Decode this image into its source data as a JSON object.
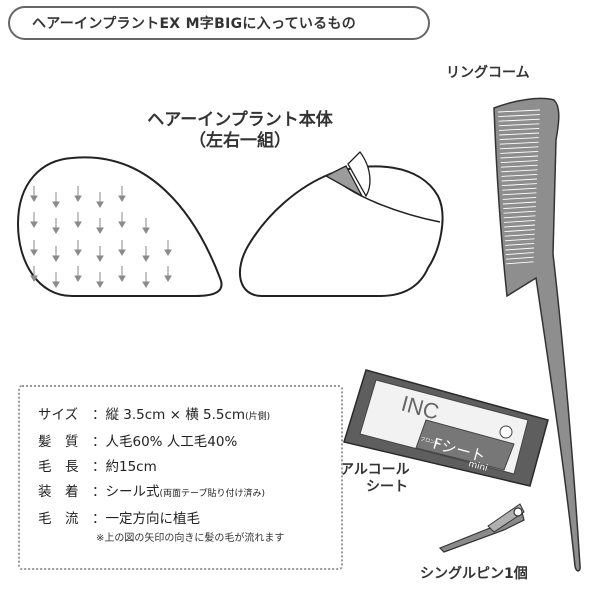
{
  "header": {
    "title": "ヘアーインプラントEX M字BIGに入っているもの"
  },
  "comb": {
    "label": "リングコーム"
  },
  "implant": {
    "title_line1": "ヘアーインプラント本体",
    "title_line2": "（左右一組）"
  },
  "alcohol_sheet": {
    "label_line1": "アルコール",
    "label_line2": "シート",
    "pack_brand": "INC",
    "pack_name": "Fシート",
    "pack_sub": "mini",
    "pack_small": "フロント"
  },
  "pin": {
    "label": "シングルピン1個"
  },
  "specs": {
    "rows": [
      {
        "key": "サイズ",
        "value": "：縦 3.5cm × 横 5.5cm",
        "note": "(片側)"
      },
      {
        "key": "髪　質",
        "value": "：人毛60% 人工毛40%",
        "note": ""
      },
      {
        "key": "毛　長",
        "value": "：約15cm",
        "note": ""
      },
      {
        "key": "装　着",
        "value": "：シール式",
        "note": "(両面テープ貼り付け済み)"
      },
      {
        "key": "毛　流",
        "value": "：一定方向に植毛",
        "note": ""
      }
    ],
    "footnote": "※上の図の矢印の向きに髪の毛が流れます"
  }
}
